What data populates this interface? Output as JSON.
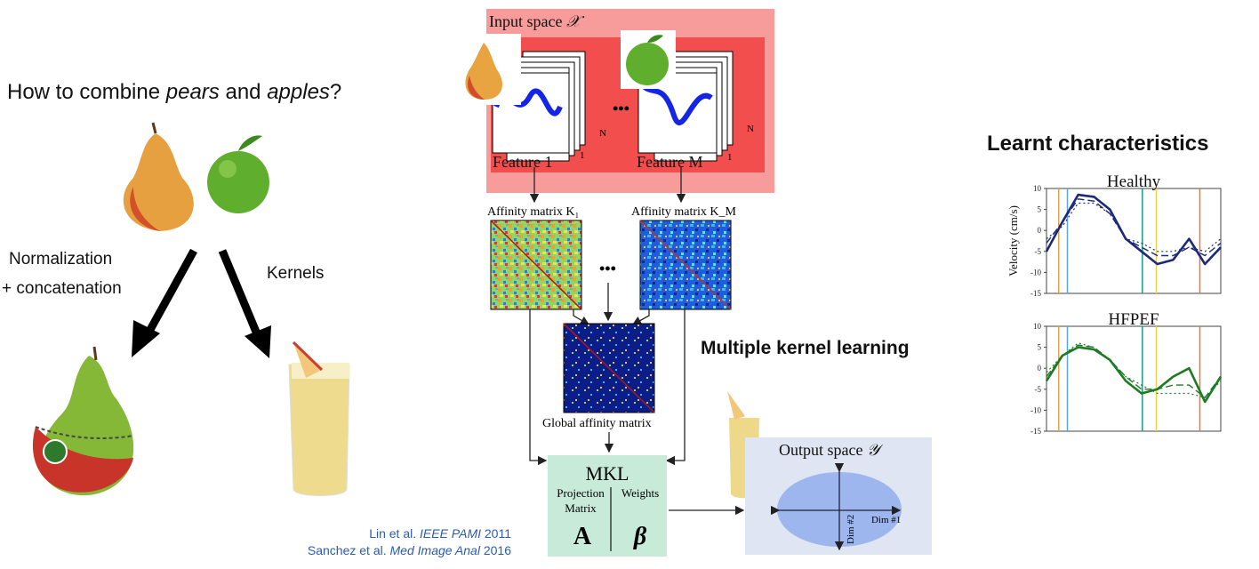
{
  "left": {
    "question_prefix": "How to combine ",
    "question_pears": "pears",
    "question_and": " and ",
    "question_apples": "apples",
    "question_suffix": "?",
    "normalization_line1": "Normalization",
    "normalization_line2": "+ concatenation",
    "kernels": "Kernels"
  },
  "diagram": {
    "input_space": "Input space",
    "input_space_symbol": "𝒳",
    "feature1": "Feature 1",
    "featureM": "Feature M",
    "stack_top": "N",
    "stack_bottom": "1",
    "ellipsis": "•••",
    "affinity1": "Affinity matrix K₁",
    "affinityM": "Affinity matrix K_M",
    "global_affinity": "Global affinity matrix",
    "mkl": "MKL",
    "projection_matrix_line1": "Projection",
    "projection_matrix_line2": "Matrix",
    "weights": "Weights",
    "symbol_A": "A",
    "symbol_beta": "β",
    "output_space": "Output space",
    "output_space_symbol": "𝒴",
    "dim1": "Dim #1",
    "dim2": "Dim #2"
  },
  "middle": {
    "mkl_heading": "Multiple kernel learning",
    "ref1_author": "Lin et al. ",
    "ref1_journal": "IEEE PAMI",
    "ref1_year": " 2011",
    "ref2_author": "Sanchez et al. ",
    "ref2_journal": "Med Image Anal",
    "ref2_year": " 2016"
  },
  "right": {
    "title": "Learnt characteristics"
  },
  "chart_data": [
    {
      "type": "line",
      "title": "Healthy",
      "ylabel": "Velocity (cm/s)",
      "ylim": [
        -15,
        10
      ],
      "yticks": [
        10,
        5,
        0,
        -5,
        -10,
        -15
      ],
      "series_color": "#1c2a7a",
      "series": [
        {
          "values": [
            -5,
            2,
            8.5,
            8,
            5,
            -2,
            -5,
            -8,
            -7,
            -2,
            -8,
            -4
          ]
        },
        {
          "values": [
            -3,
            2,
            7.5,
            7,
            4,
            -2,
            -4,
            -6,
            -6,
            -4,
            -6,
            -3
          ]
        },
        {
          "values": [
            -2,
            1,
            6.5,
            6.5,
            4,
            -2,
            -3,
            -5,
            -5,
            -4,
            -5,
            -2
          ]
        }
      ]
    },
    {
      "type": "line",
      "title": "HFPEF",
      "ylabel": "",
      "ylim": [
        -15,
        10
      ],
      "yticks": [
        10,
        5,
        0,
        -5,
        -10,
        -15
      ],
      "series_color": "#1e7a24",
      "series": [
        {
          "values": [
            -3,
            3,
            5,
            4.5,
            2,
            -3,
            -6,
            -5,
            -2,
            0,
            -8,
            -2
          ]
        },
        {
          "values": [
            -2,
            3,
            5.5,
            5,
            2,
            -2,
            -5,
            -5,
            -4,
            -4,
            -7,
            -2
          ]
        },
        {
          "values": [
            -1,
            3,
            6,
            5,
            2,
            -2,
            -4,
            -6,
            -6,
            -6,
            -7,
            -3
          ]
        }
      ]
    }
  ],
  "colors": {
    "input_panel": "#f79b9b",
    "input_panel_inner": "#f24e4e",
    "mkl_box": "#c8ead8",
    "output_box": "#dfe5f2",
    "output_ellipse": "#9db6ee"
  }
}
